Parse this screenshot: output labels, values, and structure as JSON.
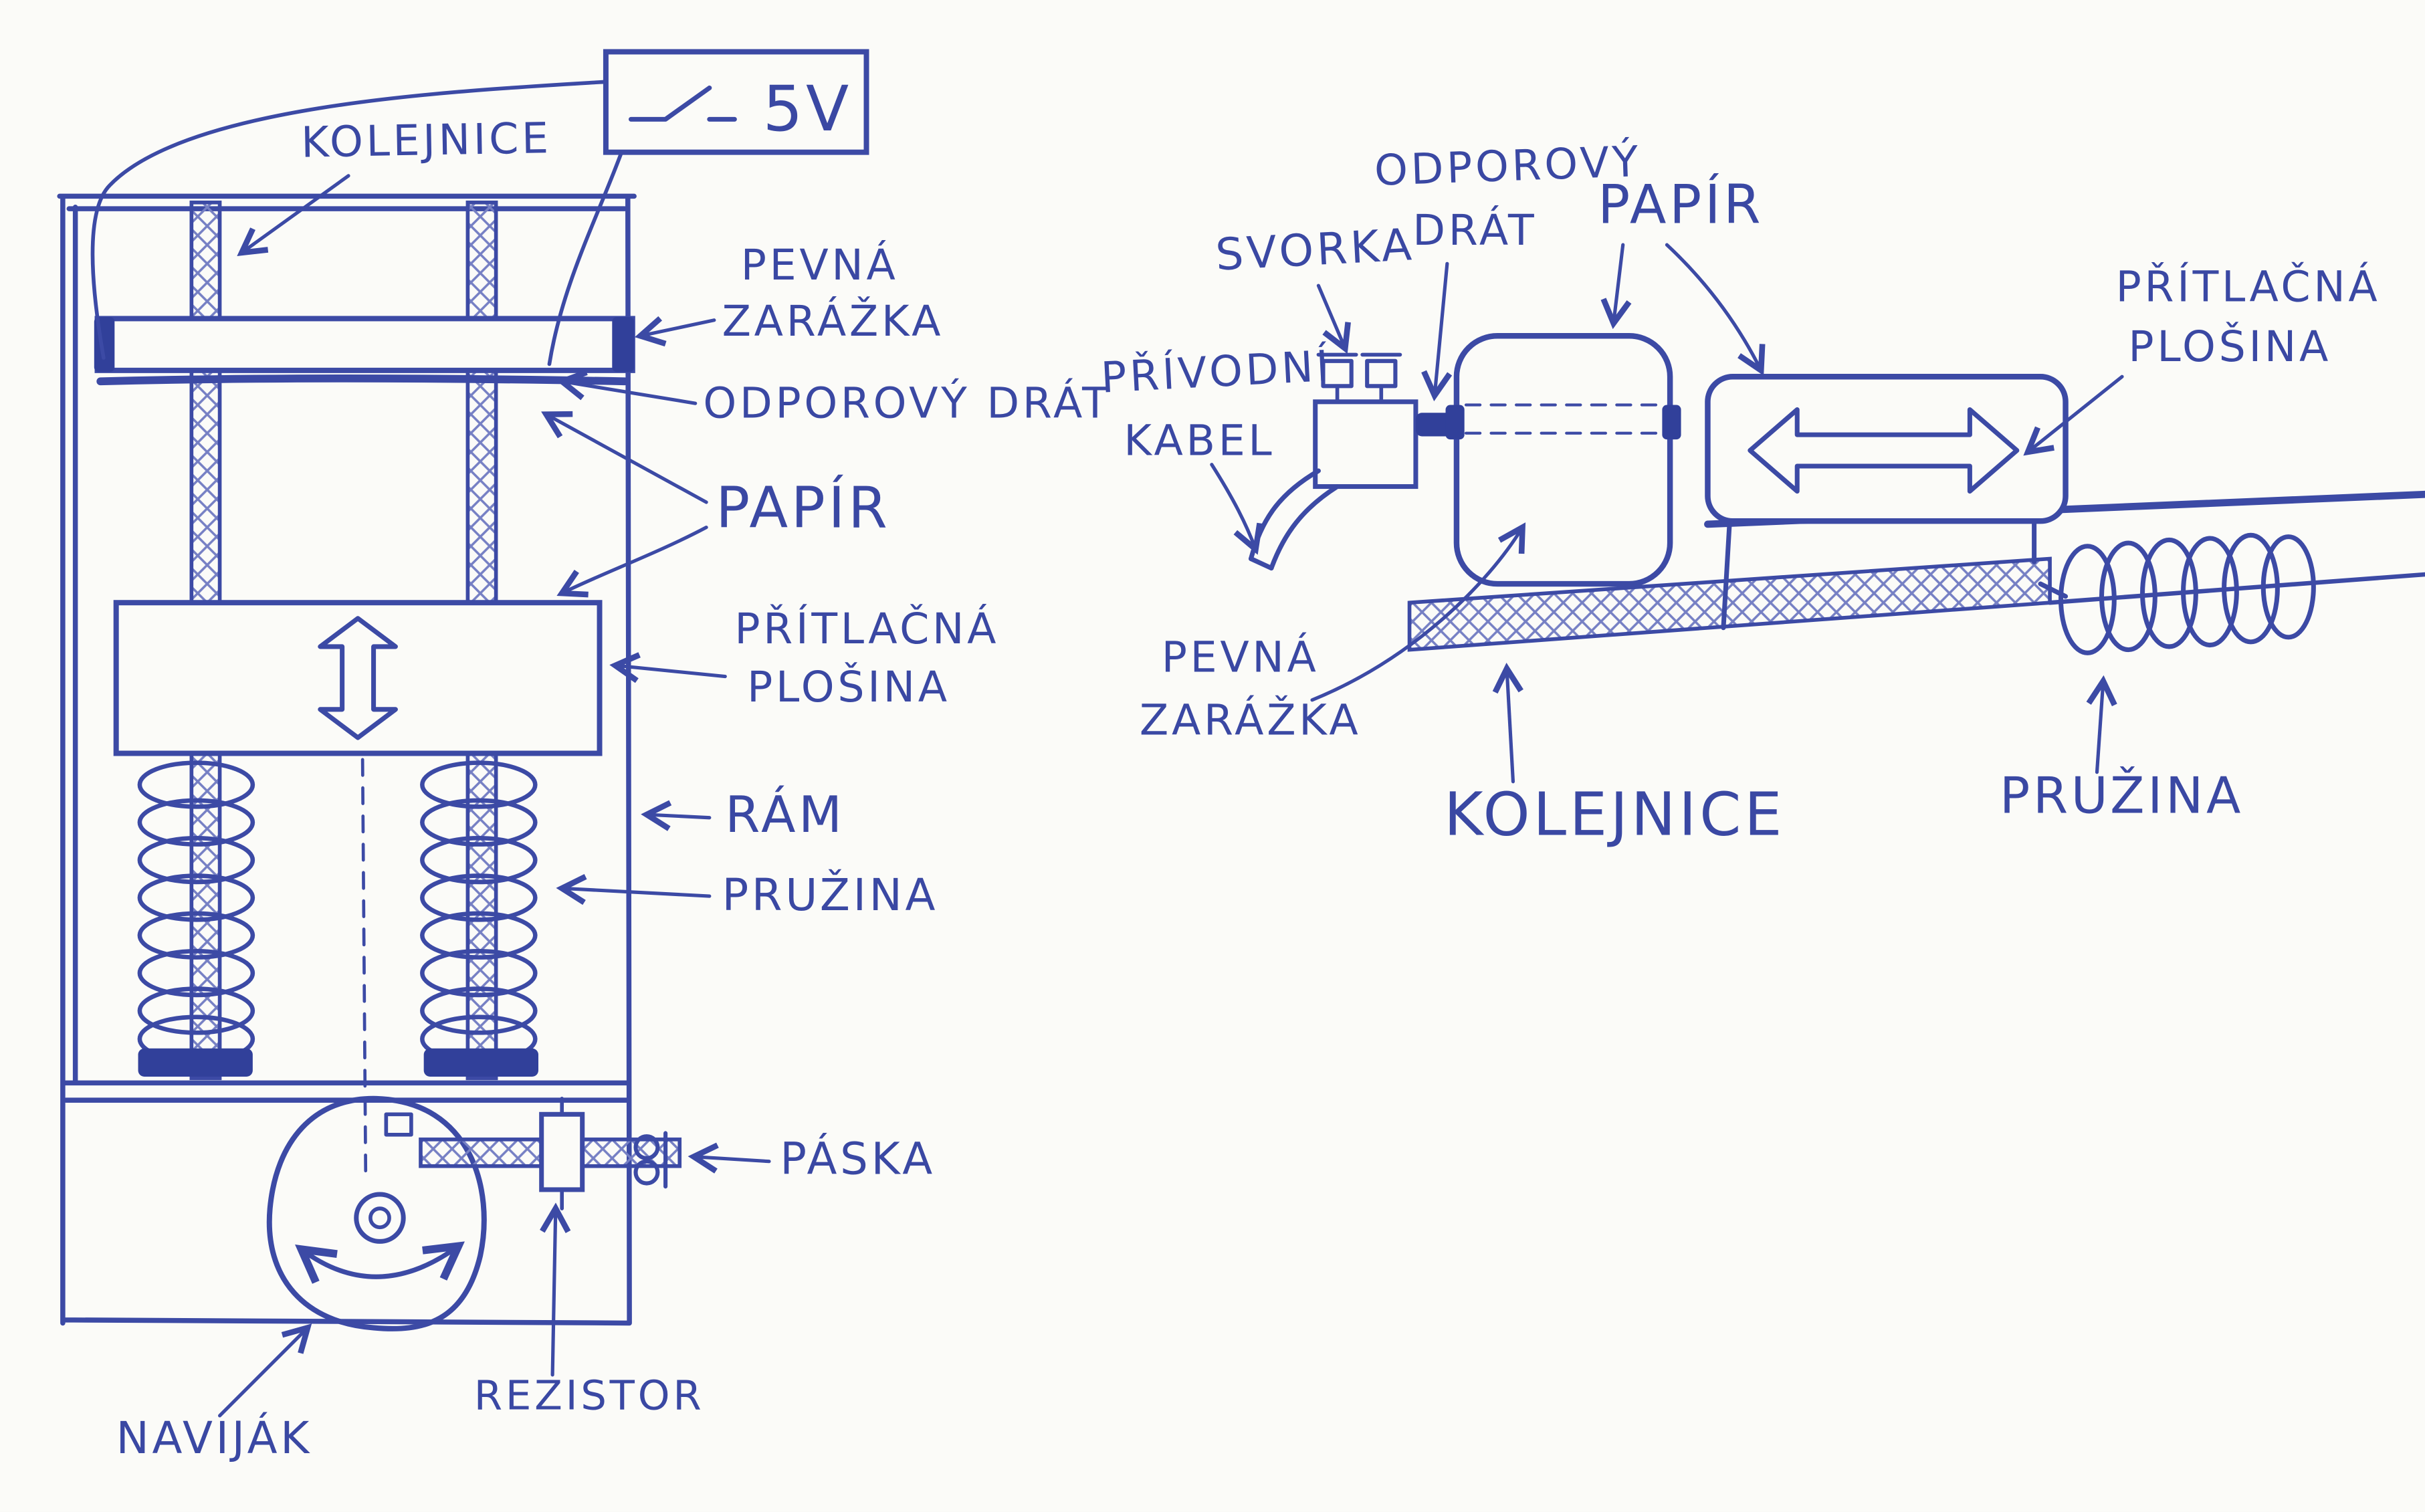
{
  "colors": {
    "ink": "#3c4aa5",
    "ink_dark": "#31409a",
    "paper": "#fbfbf8"
  },
  "left": {
    "kolejnice": "KOLEJNICE",
    "voltage": "5V",
    "pevna_zarazka": [
      "PEVNÁ",
      "ZARÁŽKA"
    ],
    "odporovy_drat": "ODPOROVÝ DRÁT",
    "papir": "PAPÍR",
    "pritlacna_plosina": [
      "PŘÍTLAČNÁ",
      "PLOŠINA"
    ],
    "ram": "RÁM",
    "pruzina": "PRUŽINA",
    "paska": "PÁSKA",
    "rezistor": "REZISTOR",
    "navijak": "NAVIJÁK"
  },
  "right": {
    "svorka": "SVORKA",
    "odporovy_drat": [
      "ODPOROVÝ",
      "DRÁT"
    ],
    "papir": "PAPÍR",
    "pritlacna_plosina": [
      "PŘÍTLAČNÁ",
      "PLOŠINA"
    ],
    "privodni_kabel": [
      "PŘÍVODNÍ",
      "KABEL"
    ],
    "pevna_zarazka": [
      "PEVNÁ",
      "ZARÁŽKA"
    ],
    "kolejnice": "KOLEJNICE",
    "pruzina": "PRUŽINA"
  }
}
